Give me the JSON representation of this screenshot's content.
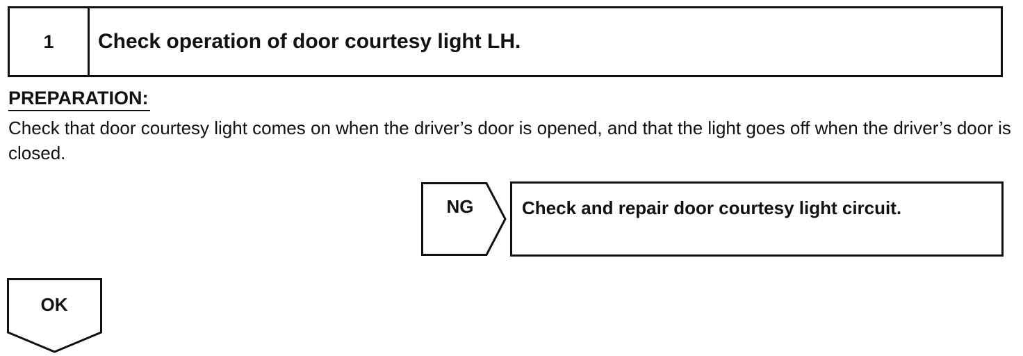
{
  "step": {
    "number": "1",
    "title": "Check operation of door courtesy light LH."
  },
  "preparation": {
    "label": "PREPARATION:",
    "text": "Check that door courtesy light comes on when the driver’s door is opened, and that the light goes off when the driver’s door is closed."
  },
  "branches": {
    "ng": {
      "label": "NG",
      "action": "Check and repair door courtesy light circuit."
    },
    "ok": {
      "label": "OK"
    }
  }
}
